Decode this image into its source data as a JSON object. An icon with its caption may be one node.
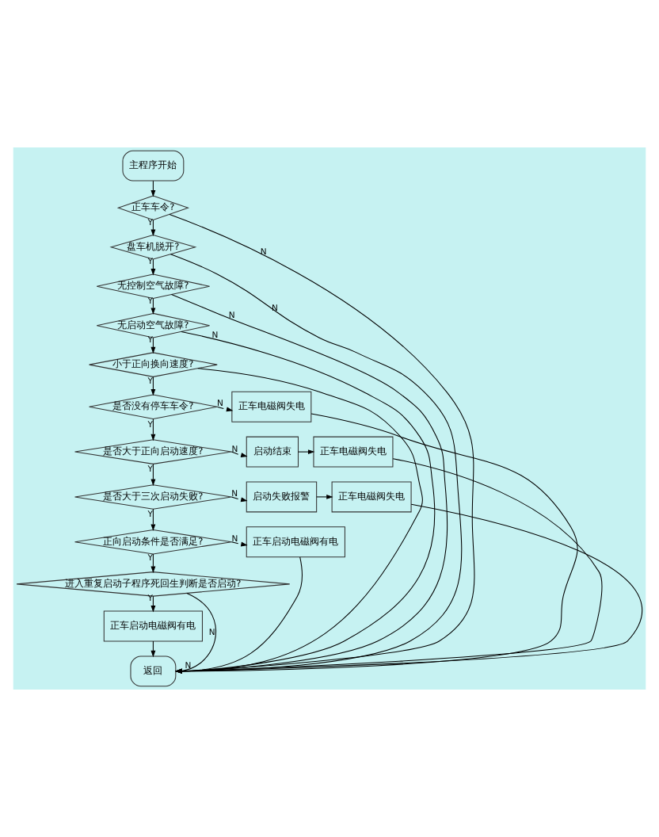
{
  "diagram": {
    "nodes": [
      {
        "text": [
          "主程序开始"
        ]
      },
      {
        "text": [
          "正车车令?"
        ]
      },
      {
        "text": [
          "盘车机脱开?"
        ]
      },
      {
        "text": [
          "无控制空气故障?"
        ]
      },
      {
        "text": [
          "无启动空气故障?"
        ]
      },
      {
        "text": [
          "小于正向换向速度?"
        ]
      },
      {
        "text": [
          "是否没有停车车令?"
        ]
      },
      {
        "text": [
          "正车电磁阀失电"
        ]
      },
      {
        "text": [
          "是否大于正向启动速度?"
        ]
      },
      {
        "text": [
          "启动结束"
        ]
      },
      {
        "text": [
          "正车电磁阀失电"
        ]
      },
      {
        "text": [
          "是否大于三次启动失败?"
        ]
      },
      {
        "text": [
          "启动失败报警"
        ]
      },
      {
        "text": [
          "正车电磁阀失电"
        ]
      },
      {
        "text": [
          "正向启动条件是否满足?"
        ]
      },
      {
        "text": [
          "正车启动电磁阀有电"
        ]
      },
      {
        "text": [
          "进入重复启动子程序死回生判断是否启动?"
        ]
      },
      {
        "text": [
          "正车启动电磁阀有电"
        ]
      },
      {
        "text": [
          "返回"
        ]
      }
    ],
    "edges": [
      {
        "from": 0,
        "to": 1,
        "arrow": "to"
      },
      {
        "from": 1,
        "to": 2,
        "arrow": "to",
        "label": "Y"
      },
      {
        "from": 1,
        "to": 18,
        "arrow": "to",
        "label": "N"
      },
      {
        "from": 2,
        "to": 3,
        "arrow": "to",
        "label": "Y"
      },
      {
        "from": 2,
        "to": 18,
        "arrow": "to",
        "label": "N"
      },
      {
        "from": 3,
        "to": 4,
        "arrow": "to",
        "label": "Y"
      },
      {
        "from": 3,
        "to": 18,
        "arrow": "to",
        "label": "N"
      },
      {
        "from": 4,
        "to": 5,
        "arrow": "to",
        "label": "Y"
      },
      {
        "from": 4,
        "to": 18,
        "arrow": "to",
        "label": "N"
      },
      {
        "from": 5,
        "to": 6,
        "arrow": "to",
        "label": "Y"
      },
      {
        "from": 5,
        "to": 18,
        "arrow": "to",
        "label": "N"
      },
      {
        "from": 6,
        "to": 7,
        "arrow": "to",
        "label": "N"
      },
      {
        "from": 6,
        "to": 8,
        "arrow": "to",
        "label": "Y"
      },
      {
        "from": 7,
        "to": 18,
        "arrow": "to"
      },
      {
        "from": 8,
        "to": 9,
        "arrow": "to",
        "label": "N"
      },
      {
        "from": 9,
        "to": 10,
        "arrow": "to"
      },
      {
        "from": 10,
        "to": 18,
        "arrow": "to"
      },
      {
        "from": 8,
        "to": 11,
        "arrow": "to",
        "label": "Y"
      },
      {
        "from": 11,
        "to": 12,
        "arrow": "to",
        "label": "N"
      },
      {
        "from": 12,
        "to": 13,
        "arrow": "to"
      },
      {
        "from": 13,
        "to": 18,
        "arrow": "to"
      },
      {
        "from": 11,
        "to": 14,
        "arrow": "to",
        "label": "Y"
      },
      {
        "from": 14,
        "to": 15,
        "arrow": "to",
        "label": "N"
      },
      {
        "from": 15,
        "to": 18,
        "arrow": "to"
      },
      {
        "from": 14,
        "to": 16,
        "arrow": "to",
        "label": "Y"
      },
      {
        "from": 16,
        "to": 18,
        "arrow": "to",
        "label": "N"
      },
      {
        "from": 16,
        "to": 17,
        "arrow": "to",
        "label": "Y"
      },
      {
        "from": 17,
        "to": 18,
        "arrow": "to"
      }
    ]
  }
}
